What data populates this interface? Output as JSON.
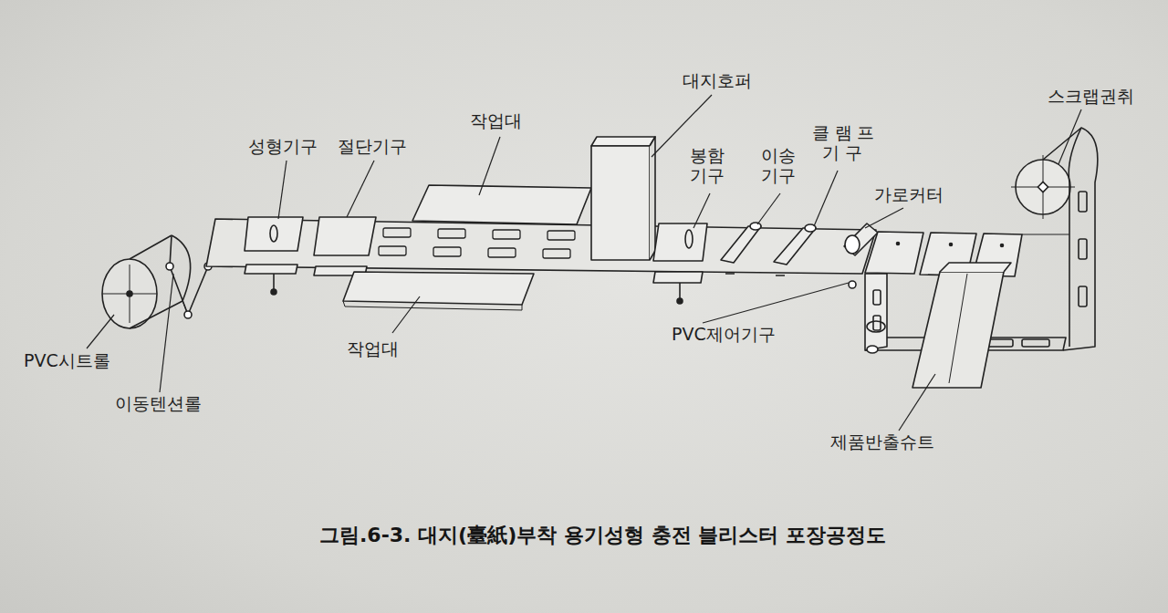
{
  "diagram": {
    "caption": "그림.6-3. 대지(臺紙)부착 용기성형 충전 블리스터 포장공정도",
    "labels": [
      "성형기구",
      "절단기구",
      "작업대",
      "대지호퍼",
      "봉함 기구",
      "이송 기구",
      "클램프 기구",
      "가로커터",
      "스크랩권취",
      "PVC시트롤",
      "이동텐션롤",
      "작업대",
      "PVC제어기구",
      "제품반출슈트"
    ]
  }
}
